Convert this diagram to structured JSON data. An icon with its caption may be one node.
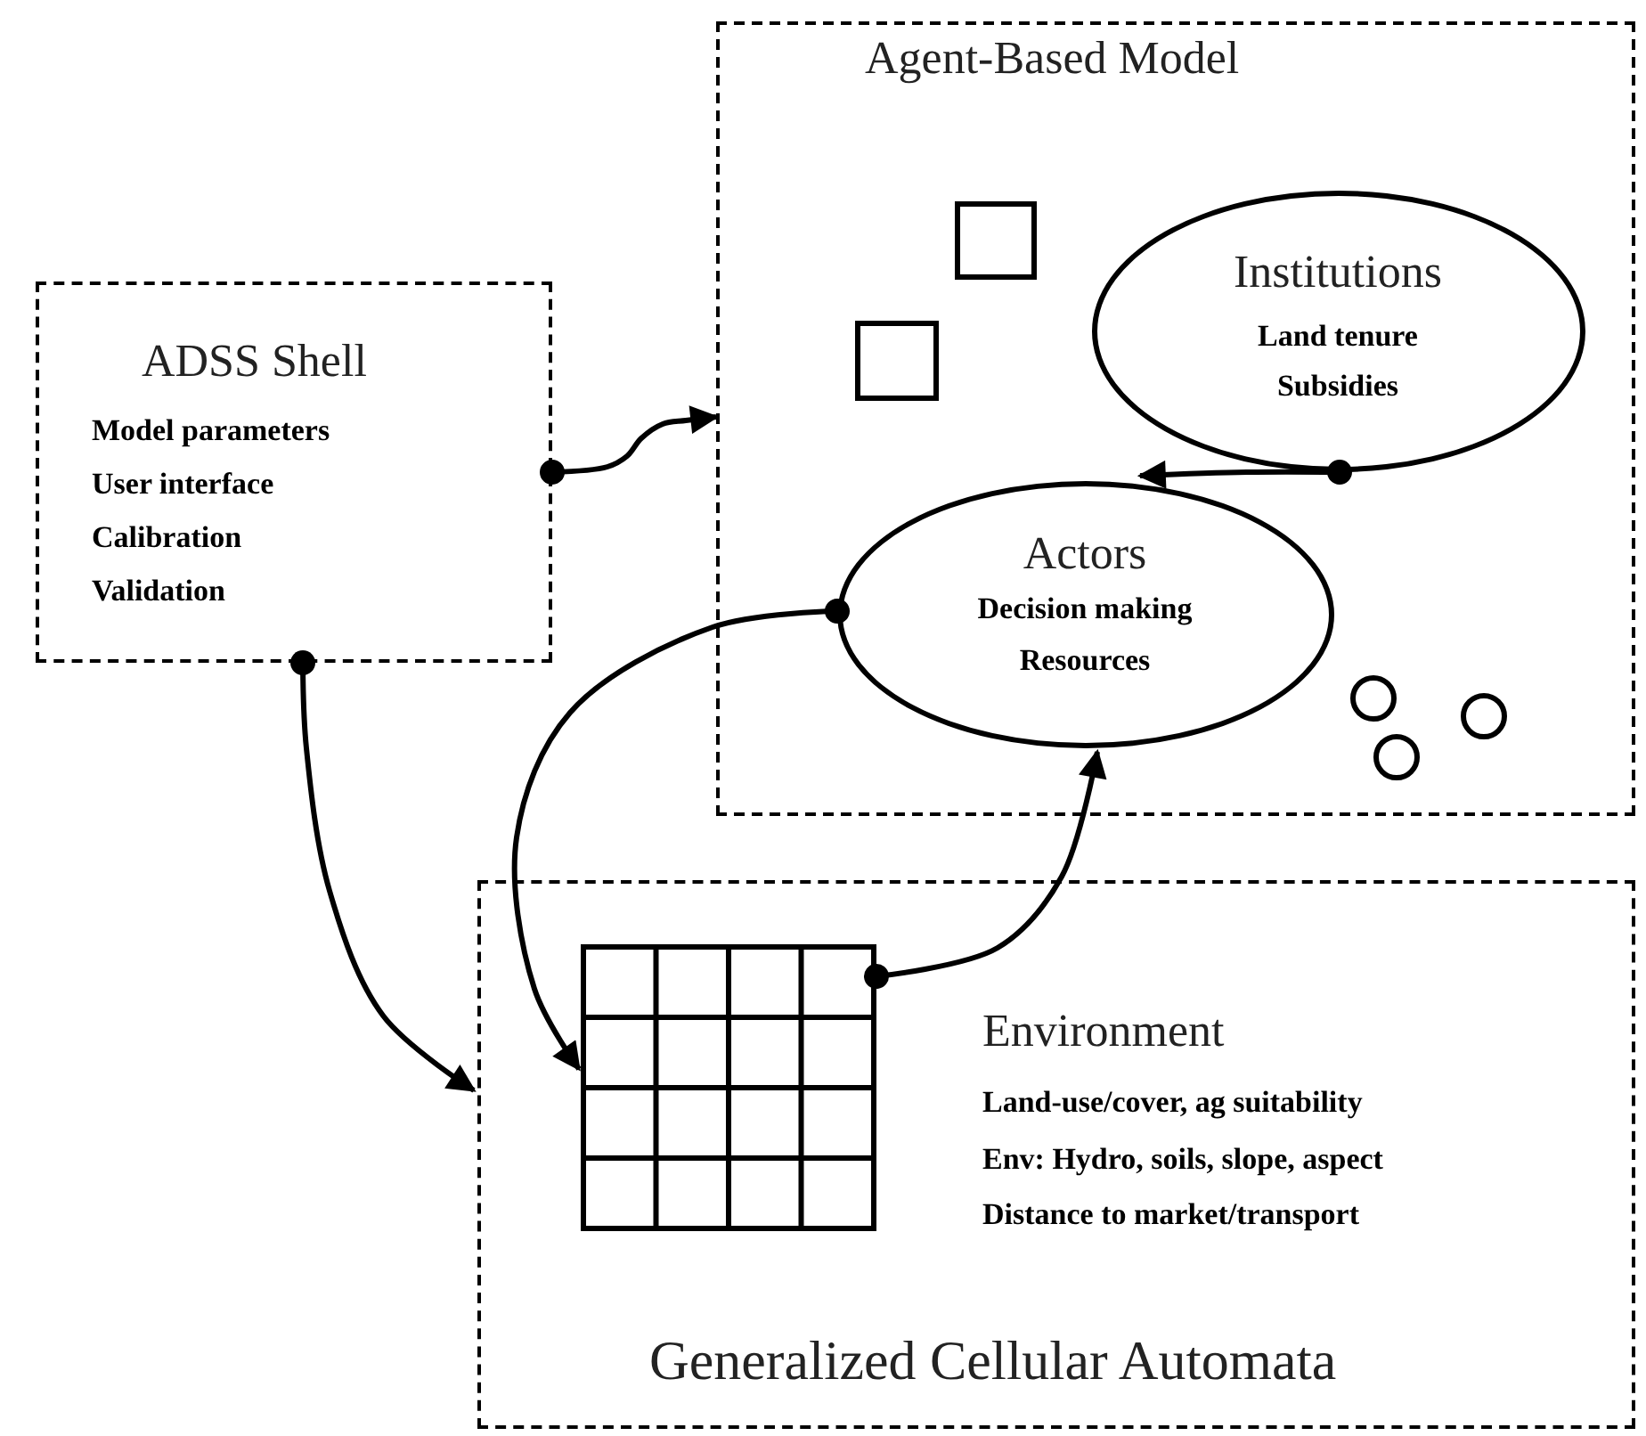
{
  "diagram": {
    "nodes": [
      {
        "text": [
          "ADSS Shell",
          "Model parameters",
          "User interface",
          "Calibration",
          "Validation"
        ]
      },
      {
        "text": [
          "Agent-Based Model"
        ]
      },
      {
        "text": [],
        "shape": "box",
        "in": 1
      },
      {
        "text": [],
        "shape": "box",
        "in": 1
      },
      {
        "text": [
          "Institutions",
          "Land tenure",
          "Subsidies"
        ],
        "in": 1
      },
      {
        "text": [
          "Actors",
          "Decision making",
          "Resources"
        ],
        "in": 1
      },
      {
        "text": [],
        "shape": "circle",
        "in": 1
      },
      {
        "text": [],
        "shape": "circle",
        "in": 1
      },
      {
        "text": [],
        "shape": "circle",
        "in": 1
      },
      {
        "text": [
          "Environment",
          "Land-use/cover, ag suitability",
          "Env: Hydro, soils, slope, aspect",
          "Distance to market/transport",
          "Generalized Cellular Automata"
        ]
      },
      {
        "text": [],
        "shape": "grid",
        "in": 9
      }
    ],
    "edges": [
      {
        "from": 0,
        "to": 1,
        "arrow": "to"
      },
      {
        "from": 0,
        "to": 9,
        "arrow": "to"
      },
      {
        "from": 4,
        "to": 5,
        "arrow": "to"
      },
      {
        "from": 5,
        "to": 10,
        "arrow": "to"
      },
      {
        "from": 10,
        "to": 5,
        "arrow": "to"
      }
    ]
  }
}
